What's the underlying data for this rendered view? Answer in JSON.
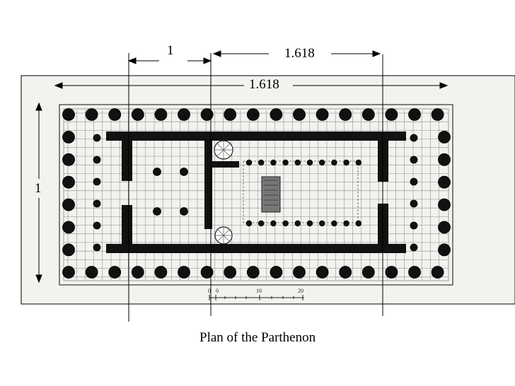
{
  "diagram": {
    "caption": "Plan of the Parthenon",
    "dimensions": {
      "top_left": "1",
      "top_right": "1.618",
      "overall_width": "1.618",
      "left_height": "1"
    },
    "scale_bar": {
      "ticks": [
        "0",
        "0",
        "10",
        "20"
      ]
    },
    "colors": {
      "ink": "#000000",
      "paper": "#ffffff",
      "floor": "#f2f2ee",
      "grid": "#8a8a8a",
      "wall": "#111111"
    }
  }
}
